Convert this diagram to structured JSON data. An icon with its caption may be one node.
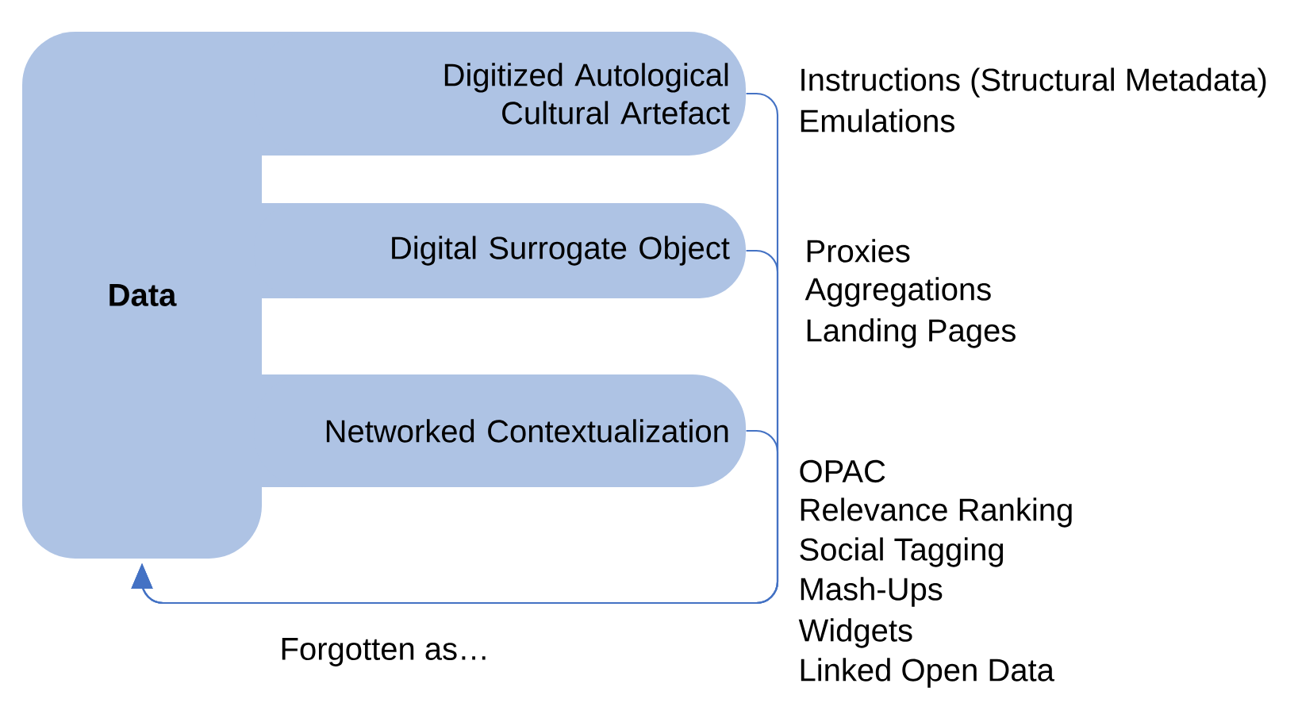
{
  "diagram": {
    "nodes": [
      {
        "text": [
          "Data"
        ]
      },
      {
        "text": [
          "Digitized Autological Cultural Artefact"
        ],
        "beside": [
          "Instructions (Structural Metadata)",
          "Emulations"
        ]
      },
      {
        "text": [
          "Digital Surrogate Object"
        ],
        "beside": [
          "Proxies",
          "Aggregations",
          "Landing Pages"
        ]
      },
      {
        "text": [
          "Networked Contextualization"
        ],
        "beside": [
          "OPAC",
          "Relevance Ranking",
          "Social Tagging",
          "Mash-Ups",
          "Widgets",
          "Linked Open Data"
        ]
      }
    ],
    "edges": [
      {
        "from": 1,
        "to": 0,
        "arrow": "to"
      },
      {
        "from": 2,
        "to": 0,
        "arrow": "to"
      },
      {
        "from": 3,
        "to": 0,
        "arrow": "to"
      }
    ],
    "labels": [
      "Forgotten as…"
    ]
  }
}
